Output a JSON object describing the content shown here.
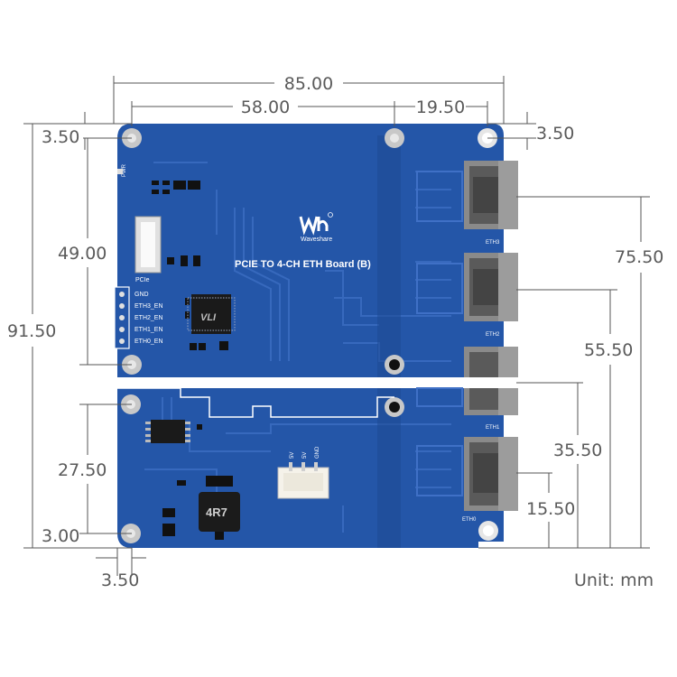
{
  "board": {
    "title": "PCIE TO 4-CH ETH Board (B)",
    "brand": "Waveshare",
    "pcie_label": "PCIe",
    "pwr_label": "PWR",
    "pin_labels": [
      "GND",
      "ETH3_EN",
      "ETH2_EN",
      "ETH1_EN",
      "ETH0_EN"
    ],
    "port_labels": [
      "ETH3",
      "ETH2",
      "ETH1",
      "ETH0"
    ],
    "power_pins": [
      "5V",
      "5V",
      "GND"
    ],
    "inductor_code": "4R7",
    "chip_code": "VLI"
  },
  "dimensions": {
    "overall_width": "85.00",
    "hole_spacing": "58.00",
    "right_hole_offset": "19.50",
    "top_left_margin": "3.50",
    "top_right_margin": "3.50",
    "overall_height": "91.50",
    "upper_hole_spacing": "49.00",
    "lower_hole_spacing": "27.50",
    "bottom_margin": "3.00",
    "bottom_left_margin": "3.50",
    "eth3_height": "75.50",
    "eth2_height": "55.50",
    "eth1_height": "35.50",
    "eth0_height": "15.50"
  },
  "unit_label": "Unit: mm",
  "colors": {
    "pcb": "#2456a8",
    "pcb_dark": "#1c4790",
    "trace": "#3a6cc0",
    "copper": "#c8c8c8"
  }
}
